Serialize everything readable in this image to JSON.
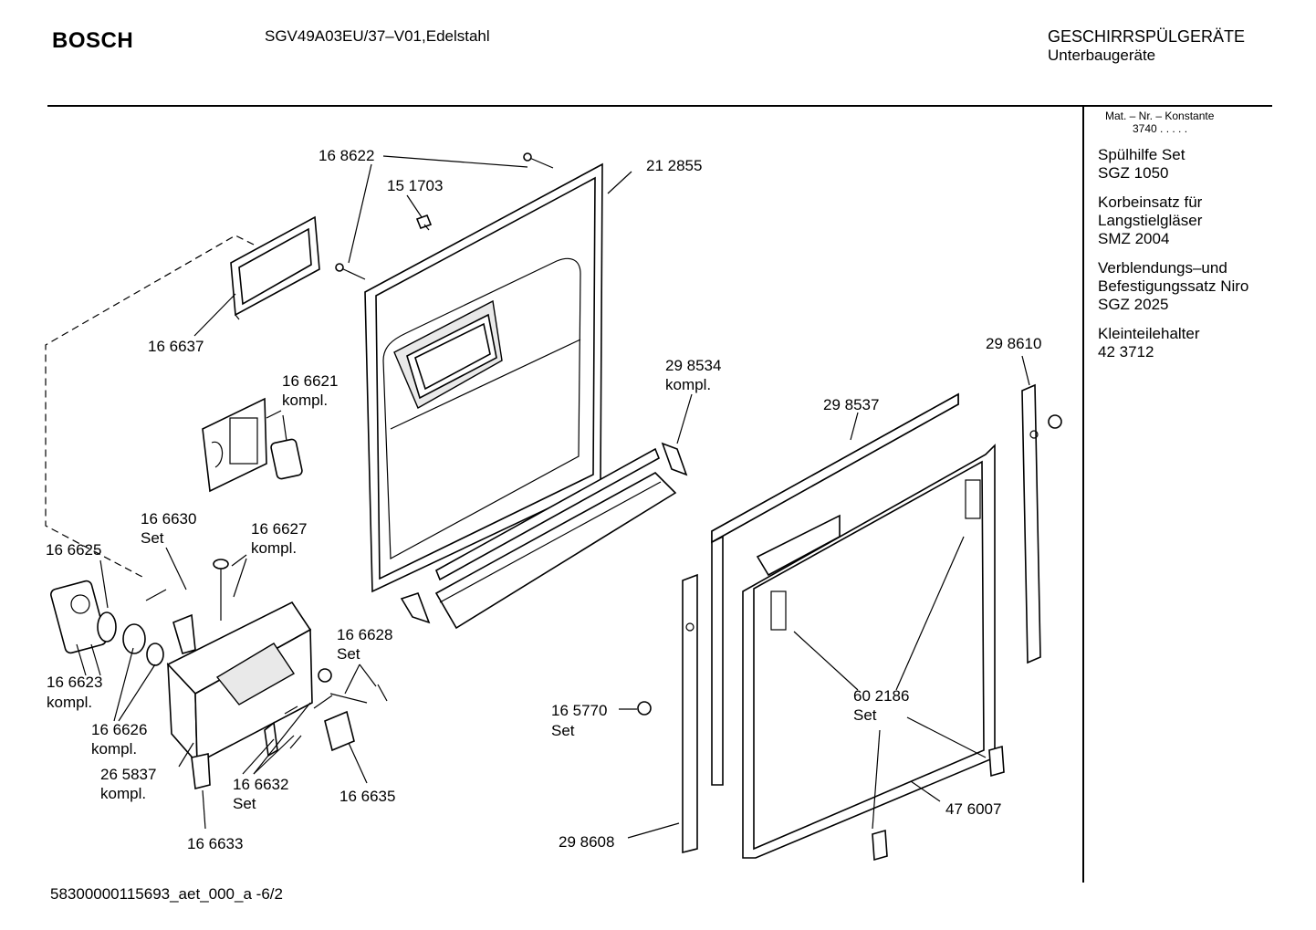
{
  "header": {
    "brand": "BOSCH",
    "model": "SGV49A03EU/37–V01,Edelstahl",
    "category": "GESCHIRRSPÜLGERÄTE",
    "subcategory": "Unterbaugeräte"
  },
  "sidebar": {
    "mat_label": "Mat. – Nr. – Konstante",
    "mat_value": "3740  .  .  .  .  .",
    "accessories": [
      {
        "lines": [
          "Spülhilfe Set",
          "SGZ 1050"
        ]
      },
      {
        "lines": [
          "Korbeinsatz für",
          "Langstielgläser",
          "SMZ 2004"
        ]
      },
      {
        "lines": [
          "Verblendungs–und",
          "Befestigungssatz Niro",
          "SGZ 2025"
        ]
      },
      {
        "lines": [
          "Kleinteilehalter",
          "42 3712"
        ]
      }
    ]
  },
  "parts": {
    "p168622": "16 8622",
    "p151703": "15 1703",
    "p212855": "21 2855",
    "p166637": "16 6637",
    "p166621": "16 6621",
    "p166621b": "kompl.",
    "p298534": "29 8534",
    "p298534b": "kompl.",
    "p298610": "29 8610",
    "p298537": "29 8537",
    "p166630": "16 6630",
    "p166630b": "Set",
    "p166627": "16 6627",
    "p166627b": "kompl.",
    "p166625": "16 6625",
    "p166628": "16 6628",
    "p166628b": "Set",
    "p166623": "16 6623",
    "p166623b": "kompl.",
    "p165770": "16 5770",
    "p165770b": "Set",
    "p602186": "60 2186",
    "p602186b": "Set",
    "p166626": "16 6626",
    "p166626b": "kompl.",
    "p265837": "26 5837",
    "p265837b": "kompl.",
    "p166632": "16 6632",
    "p166632b": "Set",
    "p166635": "16 6635",
    "p476007": "47 6007",
    "p298608": "29 8608",
    "p166633": "16 6633"
  },
  "footer": {
    "code": "58300000115693_aet_000_a",
    "page": "-6/2"
  }
}
